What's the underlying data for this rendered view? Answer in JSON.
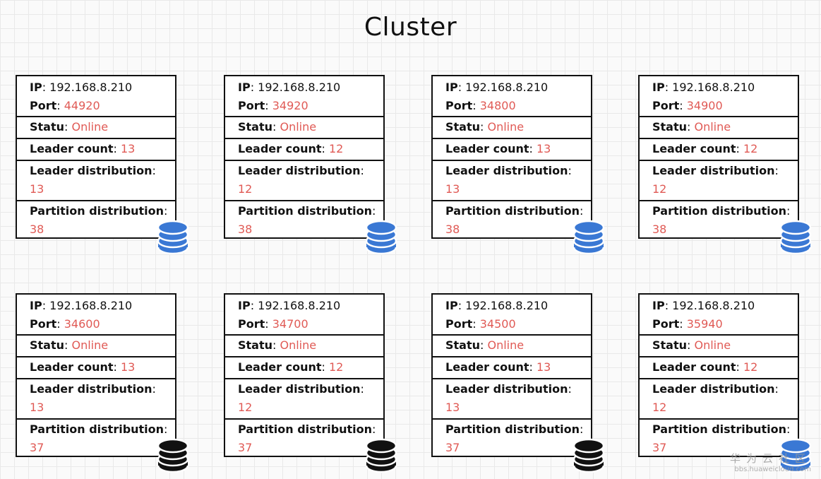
{
  "title": "Cluster",
  "labels": {
    "ip": "IP",
    "port": "Port",
    "status": "Statu",
    "leader_count": "Leader count",
    "leader_distribution": "Leader distribution",
    "partition_distribution": "Partition distribution"
  },
  "colors": {
    "value": "#e05a55",
    "db_blue": "#3a78d4",
    "db_black": "#111111"
  },
  "nodes": [
    {
      "ip": "192.168.8.210",
      "port": "44920",
      "status": "Online",
      "leader_count": "13",
      "leader_distribution": "13",
      "partition_distribution": "38",
      "db_icon": "database-blue-icon"
    },
    {
      "ip": "192.168.8.210",
      "port": "34920",
      "status": "Online",
      "leader_count": "12",
      "leader_distribution": "12",
      "partition_distribution": "38",
      "db_icon": "database-blue-icon"
    },
    {
      "ip": "192.168.8.210",
      "port": "34800",
      "status": "Online",
      "leader_count": "13",
      "leader_distribution": "13",
      "partition_distribution": "38",
      "db_icon": "database-blue-icon"
    },
    {
      "ip": "192.168.8.210",
      "port": "34900",
      "status": "Online",
      "leader_count": "12",
      "leader_distribution": "12",
      "partition_distribution": "38",
      "db_icon": "database-blue-icon"
    },
    {
      "ip": "192.168.8.210",
      "port": "34600",
      "status": "Online",
      "leader_count": "13",
      "leader_distribution": "13",
      "partition_distribution": "37",
      "db_icon": "database-black-icon"
    },
    {
      "ip": "192.168.8.210",
      "port": "34700",
      "status": "Online",
      "leader_count": "12",
      "leader_distribution": "12",
      "partition_distribution": "37",
      "db_icon": "database-black-icon"
    },
    {
      "ip": "192.168.8.210",
      "port": "34500",
      "status": "Online",
      "leader_count": "13",
      "leader_distribution": "13",
      "partition_distribution": "37",
      "db_icon": "database-black-icon"
    },
    {
      "ip": "192.168.8.210",
      "port": "35940",
      "status": "Online",
      "leader_count": "12",
      "leader_distribution": "12",
      "partition_distribution": "37",
      "db_icon": "database-blue-icon"
    }
  ],
  "watermark": {
    "cn": "华为云社区",
    "url": "bbs.huaweicloud.com"
  }
}
